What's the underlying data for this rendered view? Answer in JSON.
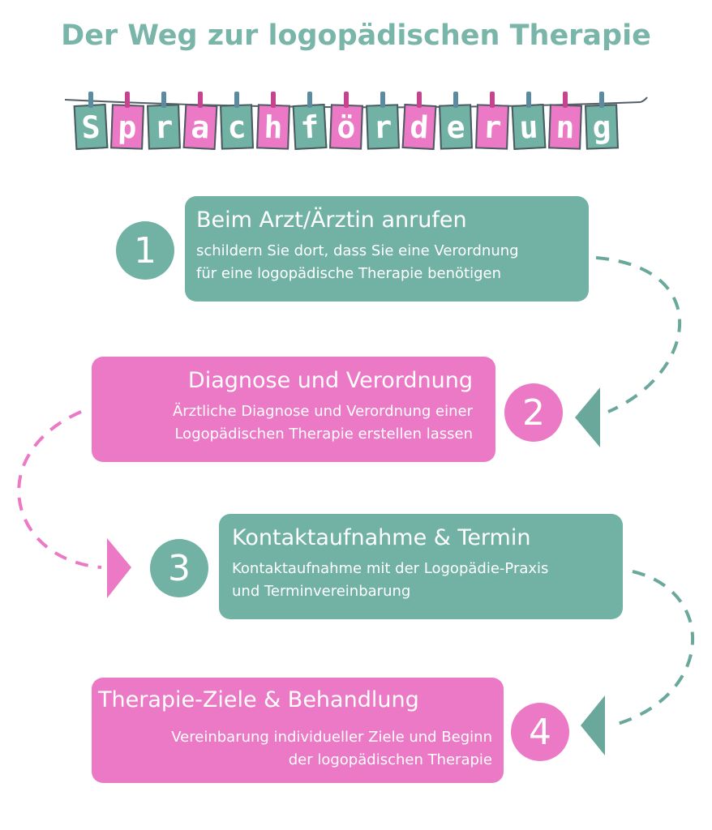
{
  "title": "Der Weg zur logopädischen Therapie",
  "banner": {
    "letters": [
      "S",
      "p",
      "r",
      "a",
      "c",
      "h",
      "f",
      "ö",
      "r",
      "d",
      "e",
      "r",
      "u",
      "n",
      "g"
    ]
  },
  "steps": [
    {
      "number": "1",
      "title": "Beim Arzt/Ärztin anrufen",
      "desc_line1": "schildern Sie dort, dass Sie eine Verordnung",
      "desc_line2": "für eine logopädische Therapie benötigen"
    },
    {
      "number": "2",
      "title": "Diagnose und Verordnung",
      "desc_line1": "Ärztliche Diagnose und Verordnung einer",
      "desc_line2": "Logopädischen Therapie erstellen lassen"
    },
    {
      "number": "3",
      "title": "Kontaktaufnahme & Termin",
      "desc_line1": "Kontaktaufnahme mit der Logopädie-Praxis",
      "desc_line2": "und Terminvereinbarung"
    },
    {
      "number": "4",
      "title": "Therapie-Ziele & Behandlung",
      "desc_line1": "Vereinbarung individueller Ziele und Beginn",
      "desc_line2": "der logopädischen Therapie"
    }
  ],
  "colors": {
    "green": "#71b2a5",
    "pink": "#ec79c6",
    "title": "#79b5a9",
    "dash_green": "#6aa89b",
    "dash_pink": "#ec79c6"
  }
}
